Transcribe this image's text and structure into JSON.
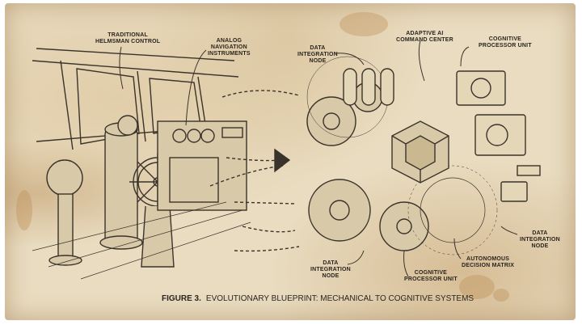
{
  "figure": {
    "number_label": "FIGURE 3.",
    "title": "EVOLUTIONARY BLUEPRINT: MECHANICAL TO COGNITIVE SYSTEMS"
  },
  "left_panel": {
    "theme": "mechanical ship bridge",
    "labels": {
      "helm": "TRADITIONAL\nHELMSMAN CONTROL",
      "instruments": "ANALOG\nNAVIGATION\nINSTRUMENTS"
    }
  },
  "right_panel": {
    "theme": "cognitive AI machinery",
    "labels": {
      "data_node_top": "DATA\nINTEGRATION\nNODE",
      "command_center": "ADAPTIVE AI\nCOMMAND CENTER",
      "cpu_top": "COGNITIVE\nPROCESSOR UNIT",
      "data_node_right": "DATA\nINTEGRATION\nNODE",
      "decision_matrix": "AUTONOMOUS\nDECISION MATRIX",
      "cpu_bottom": "COGNITIVE\nPROCESSOR UNIT",
      "data_node_bottom": "DATA\nINTEGRATION\nNODE"
    }
  },
  "colors": {
    "paper": "#e9dcc0",
    "ink": "#2a2520",
    "stain": "#b98a4e"
  }
}
